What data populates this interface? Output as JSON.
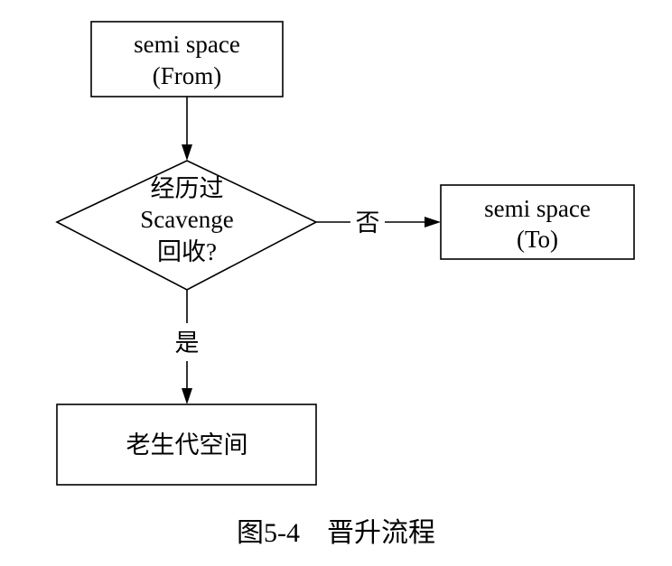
{
  "diagram": {
    "from_box": {
      "line1": "semi space",
      "line2": "(From)"
    },
    "decision": {
      "line1": "经历过",
      "line2": "Scavenge",
      "line3": "回收?"
    },
    "to_box": {
      "line1": "semi space",
      "line2": "(To)"
    },
    "old_space": {
      "label": "老生代空间"
    },
    "edge_no": {
      "label": "否"
    },
    "edge_yes": {
      "label": "是"
    }
  },
  "caption": "图5-4　晋升流程"
}
